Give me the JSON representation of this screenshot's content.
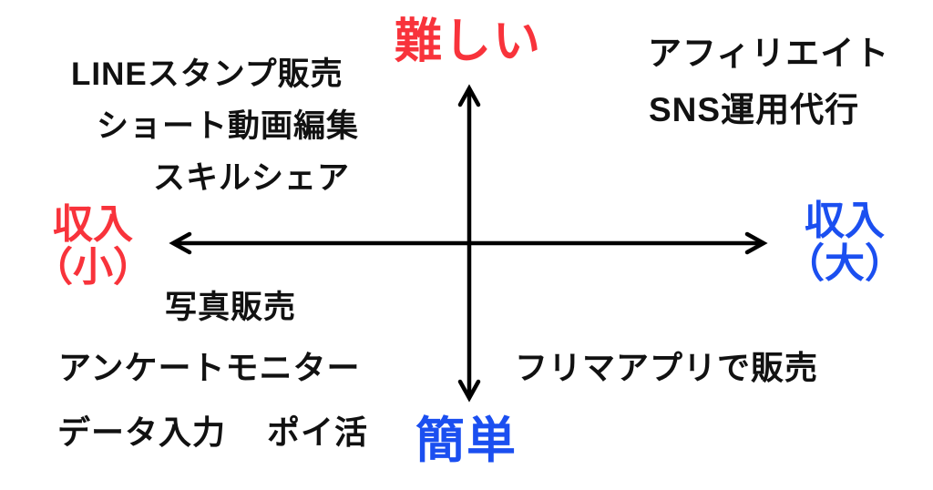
{
  "colors": {
    "difficult_red": "#f8333b",
    "easy_blue": "#1b4ff0",
    "item_black": "#111111",
    "axis_black": "#000000",
    "background": "#ffffff"
  },
  "axes": {
    "vertical_top_label": "難しい",
    "vertical_bottom_label": "簡単",
    "horizontal_left_label": [
      "収入",
      "（小）"
    ],
    "horizontal_right_label": [
      "収入",
      "（大）"
    ]
  },
  "quadrants": {
    "top_left": [
      "LINEスタンプ販売",
      "ショート動画編集",
      "スキルシェア"
    ],
    "top_right": [
      "アフィリエイト",
      "SNS運用代行"
    ],
    "bottom_left": [
      "写真販売",
      "アンケートモニター",
      "データ入力",
      "ポイ活"
    ],
    "bottom_right": [
      "フリマアプリで販売"
    ]
  }
}
